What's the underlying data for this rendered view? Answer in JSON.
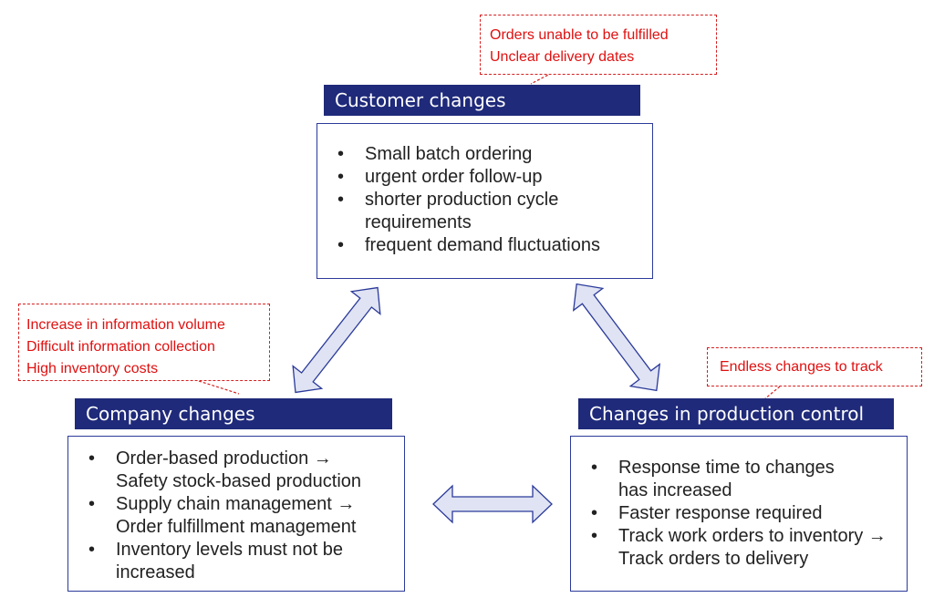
{
  "customer": {
    "title": "Customer changes",
    "items": [
      "Small batch ordering",
      "urgent order follow-up",
      "shorter production cycle requirements",
      "frequent demand fluctuations"
    ],
    "callout": [
      "Orders unable to be fulfilled",
      "Unclear delivery dates"
    ]
  },
  "company": {
    "title": "Company changes",
    "items": [
      "Order-based production → Safety stock-based production",
      "Supply chain management → Order fulfillment management",
      "Inventory levels must not be increased"
    ],
    "callout": [
      "Increase in information volume",
      "Difficult information collection",
      "High inventory costs"
    ]
  },
  "production": {
    "title": "Changes in production control",
    "items": [
      "Response time to changes has increased",
      "Faster response required",
      "Track work orders to inventory → Track orders to delivery"
    ],
    "callout": [
      "Endless changes to track"
    ]
  },
  "colors": {
    "header_bg": "#1f2a7a",
    "box_border": "#2b3a9a",
    "callout_text": "#e01010",
    "callout_border": "#d62020",
    "arrow_fill": "#dfe3f3",
    "arrow_stroke": "#2b3a9a"
  }
}
